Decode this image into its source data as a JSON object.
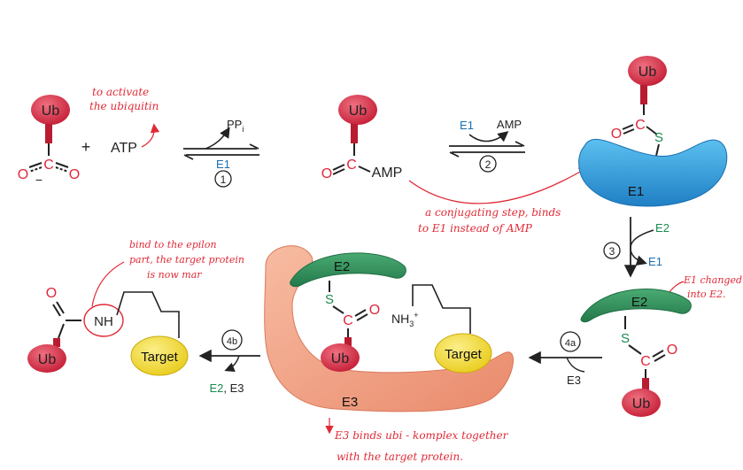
{
  "colors": {
    "ubiquitin": "#d6283e",
    "oxygen": "#e0283a",
    "sulfur": "#1a8a50",
    "e1_blue": "#2c95d6",
    "e1_label": "#1a6fb0",
    "e2_green": "#2e8b57",
    "e3_salmon": "#f1a182",
    "target_yellow": "#f3dc3c",
    "annotation": "#e02a36"
  },
  "molecules": {
    "ub": "Ub",
    "o": "O",
    "c": "C",
    "s": "S",
    "nh": "NH",
    "nh3": "NH",
    "nh3_sub": "3",
    "nh3_sup": "+",
    "amp": "AMP",
    "atp": "ATP",
    "plus": "+",
    "ppi_main": "PP",
    "ppi_sub": "i",
    "minus": "−",
    "target": "Target"
  },
  "enzymes": {
    "e1": "E1",
    "e2": "E2",
    "e3": "E3"
  },
  "steps": {
    "s1": "1",
    "s2": "2",
    "s3": "3",
    "s4a": "4a",
    "s4b": "4b",
    "s2_e1": "E1",
    "s2_amp": "AMP",
    "s1_e1": "E1",
    "s3_e2": "E2",
    "s3_e1": "E1",
    "s4a_e3": "E3",
    "s4b_e2": "E2",
    "s4b_comma": ", E3"
  },
  "annotations": {
    "activate_1": "to activate",
    "activate_2": "the ubiquitin",
    "conj_1": "a conjugating step, binds",
    "conj_2": "to E1 instead of AMP",
    "e1_changed_1": "E1 changed",
    "e1_changed_2": "into E2.",
    "epsilon_1": "bind to the epilon",
    "epsilon_2": "part, the target protein",
    "epsilon_3": "is now mar",
    "e3_1": "E3 binds ubi - komplex together",
    "e3_2": "with the target protein."
  }
}
